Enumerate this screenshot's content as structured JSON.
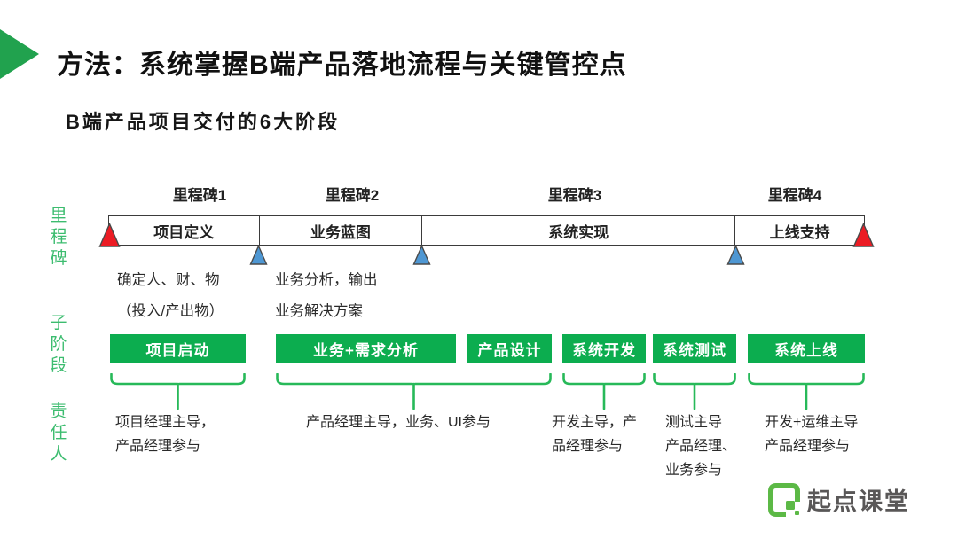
{
  "header": {
    "title": "方法：系统掌握B端产品落地流程与关键管控点",
    "subtitle": "B端产品项目交付的6大阶段"
  },
  "row_labels": {
    "milestones": "里程碑",
    "subphases": "子阶段",
    "owners": "责任人"
  },
  "timeline": {
    "milestone_labels": [
      "里程碑1",
      "里程碑2",
      "里程碑3",
      "里程碑4"
    ],
    "segments": [
      "项目定义",
      "业务蓝图",
      "系统实现",
      "上线支持"
    ],
    "notes": [
      {
        "line1": "确定人、财、物",
        "line2": "（投入/产出物）"
      },
      {
        "line1": "业务分析，输出",
        "line2": "业务解决方案"
      }
    ]
  },
  "subphases": [
    "项目启动",
    "业务+需求分析",
    "产品设计",
    "系统开发",
    "系统测试",
    "系统上线"
  ],
  "owners": [
    [
      "项目经理主导，",
      "产品经理参与"
    ],
    [
      "产品经理主导，业务、UI参与"
    ],
    [
      "开发主导，产",
      "品经理参与"
    ],
    [
      "测试主导",
      "产品经理、",
      "业务参与"
    ],
    [
      "开发+运维主导",
      "产品经理参与"
    ]
  ],
  "logo": {
    "name": "起点课堂"
  },
  "colors": {
    "accent_green": "#0CAD4F",
    "label_green": "#3CBC6F",
    "brace_green": "#27B959",
    "milestone_blue": "#4E97D3",
    "endpoint_red": "#EC1C24",
    "logo_green": "#5CB946",
    "logo_gray": "#595757"
  }
}
